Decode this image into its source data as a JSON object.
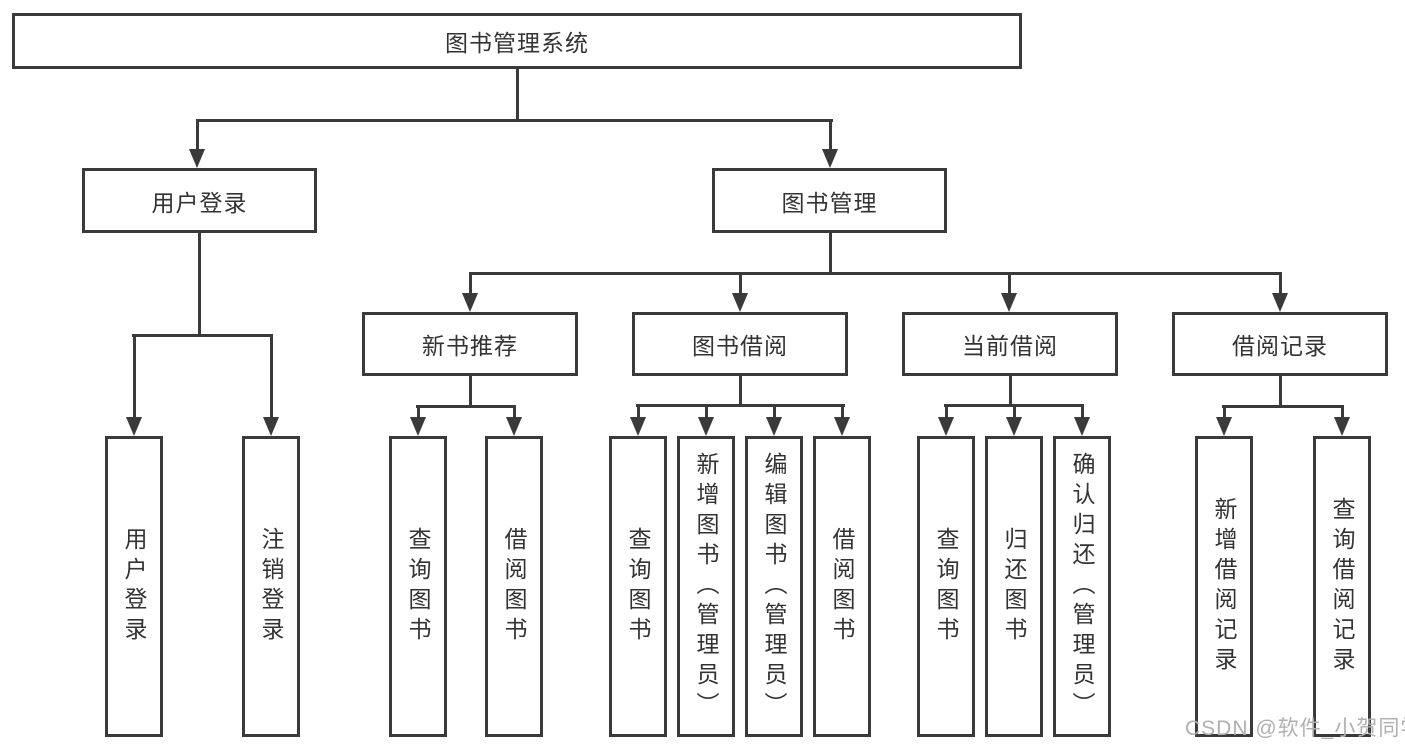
{
  "diagram": {
    "root": {
      "label": "图书管理系统"
    },
    "branches": [
      {
        "label": "用户登录",
        "children": [
          "用户登录",
          "注销登录"
        ]
      },
      {
        "label": "图书管理",
        "sections": [
          {
            "label": "新书推荐",
            "children": [
              "查询图书",
              "借阅图书"
            ]
          },
          {
            "label": "图书借阅",
            "children": [
              "查询图书",
              "新增图书（管理员）",
              "编辑图书（管理员）",
              "借阅图书"
            ]
          },
          {
            "label": "当前借阅",
            "children": [
              "查询图书",
              "归还图书",
              "确认归还（管理员）"
            ]
          },
          {
            "label": "借阅记录",
            "children": [
              "新增借阅记录",
              "查询借阅记录"
            ]
          }
        ]
      }
    ]
  },
  "watermark": {
    "text": "CSDN @软件_小贺同学"
  },
  "colors": {
    "line": "#3a3a3a",
    "text": "#333333",
    "watermark": "#b0b0b0",
    "background": "#ffffff"
  }
}
